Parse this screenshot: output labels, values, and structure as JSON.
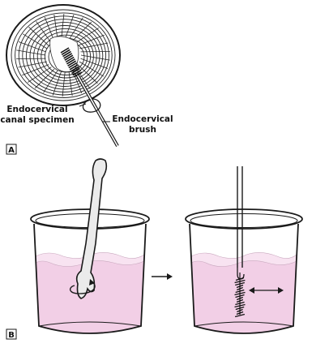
{
  "panel_a": {
    "letter": "A",
    "label_specimen_line1": "Endocervical",
    "label_specimen_line2": "canal specimen",
    "label_brush_line1": "Endocervical",
    "label_brush_line2": "brush"
  },
  "panel_b": {
    "letter": "B"
  },
  "colors": {
    "liquid": "#f2cfe6",
    "liquid_top": "#f8e3f1",
    "outline": "#1a1a1a",
    "spatula": "#e9e9e9"
  }
}
